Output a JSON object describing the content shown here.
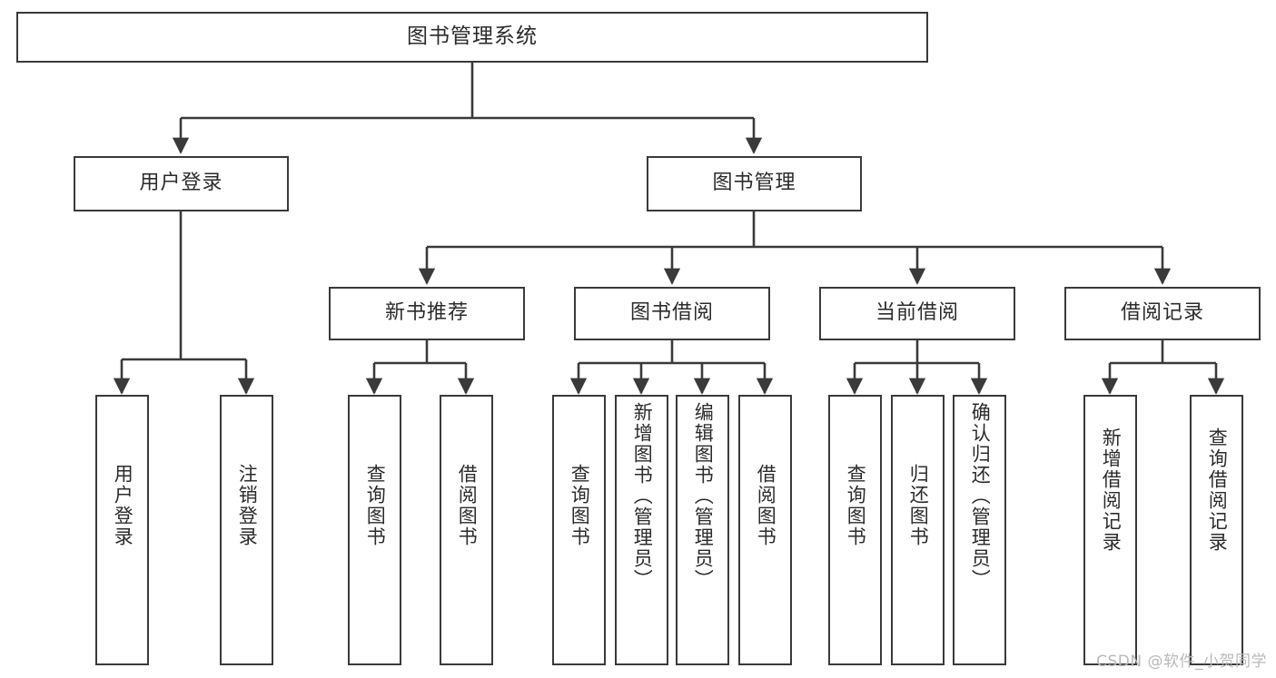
{
  "diagram": {
    "title": "图书管理系统",
    "type": "tree-hierarchy",
    "watermark": "CSDN @软件_小贺同学",
    "colors": {
      "box_border": "#3a3a3a",
      "box_fill": "#ffffff",
      "edge": "#3a3a3a",
      "text": "#2b2b2b",
      "watermark": "#b9b9b9"
    },
    "nodes": {
      "root": {
        "label": "图书管理系统"
      },
      "level2": [
        {
          "id": "user-login",
          "label": "用户登录"
        },
        {
          "id": "book-manage",
          "label": "图书管理"
        }
      ],
      "level3": [
        {
          "id": "new-book-recommend",
          "label": "新书推荐"
        },
        {
          "id": "book-borrow",
          "label": "图书借阅"
        },
        {
          "id": "current-borrow",
          "label": "当前借阅"
        },
        {
          "id": "borrow-record",
          "label": "借阅记录"
        }
      ],
      "leaves": {
        "user_login": [
          {
            "id": "leaf-user-login",
            "label": "用户登录"
          },
          {
            "id": "leaf-logout-login",
            "label": "注销登录"
          }
        ],
        "new_book_recommend": [
          {
            "id": "leaf-query-book-1",
            "label": "查询图书"
          },
          {
            "id": "leaf-borrow-book-1",
            "label": "借阅图书"
          }
        ],
        "book_borrow": [
          {
            "id": "leaf-query-book-2",
            "label": "查询图书"
          },
          {
            "id": "leaf-add-book",
            "label": "新增图书（管理员）"
          },
          {
            "id": "leaf-edit-book",
            "label": "编辑图书（管理员）"
          },
          {
            "id": "leaf-borrow-book-2",
            "label": "借阅图书"
          }
        ],
        "current_borrow": [
          {
            "id": "leaf-query-book-3",
            "label": "查询图书"
          },
          {
            "id": "leaf-return-book",
            "label": "归还图书"
          },
          {
            "id": "leaf-confirm-return",
            "label": "确认归还（管理员）"
          }
        ],
        "borrow_record": [
          {
            "id": "leaf-add-borrow-record",
            "label": "新增借阅记录"
          },
          {
            "id": "leaf-query-borrow-record",
            "label": "查询借阅记录"
          }
        ]
      }
    }
  }
}
